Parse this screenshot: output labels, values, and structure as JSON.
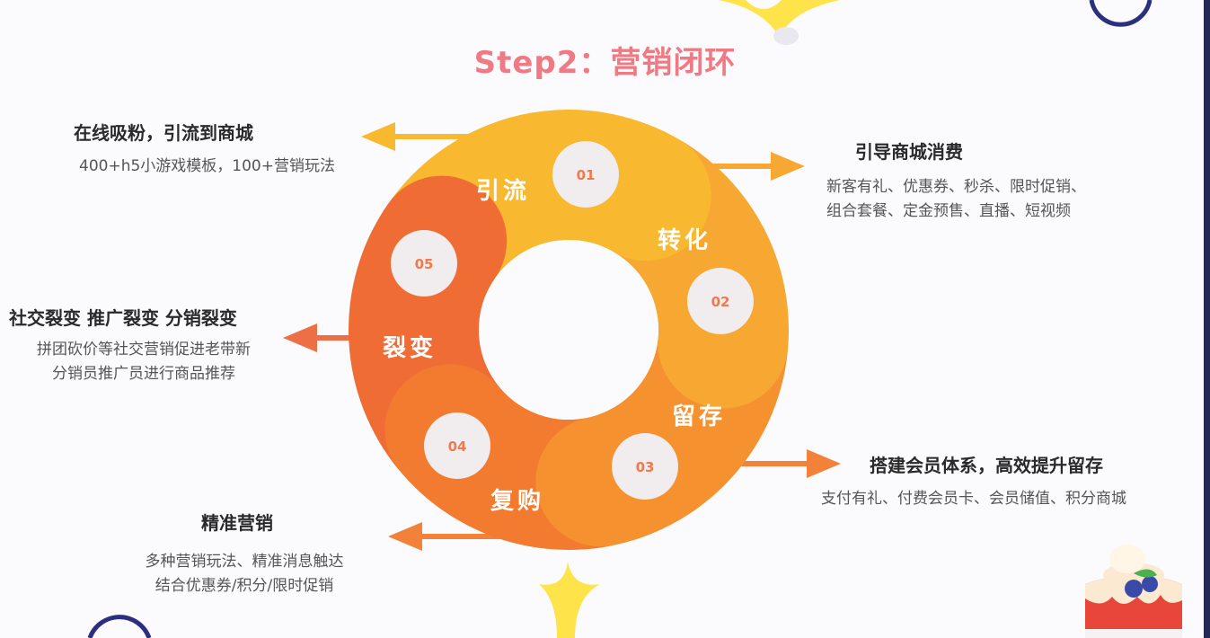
{
  "title": "Step2：营销闭环",
  "colors": {
    "title": "#f07a83",
    "segment_yinliu": "#f8b930",
    "segment_zhuanhua": "#f7a833",
    "segment_liucun": "#f5922f",
    "segment_fugou": "#f27b2f",
    "segment_liebian": "#ef6d35",
    "arrow_top": "#f8b930",
    "arrow_orange": "#f2813a",
    "arrow_red": "#ee6f45",
    "badge_fill": "#f1ecee",
    "badge_text": "#f07a50"
  },
  "steps": [
    {
      "num": "01",
      "label": "引流"
    },
    {
      "num": "02",
      "label": "转化"
    },
    {
      "num": "03",
      "label": "留存"
    },
    {
      "num": "04",
      "label": "复购"
    },
    {
      "num": "05",
      "label": "裂变"
    }
  ],
  "notes": {
    "yinliu": {
      "heading": "在线吸粉，引流到商城",
      "lines": [
        "400+h5小游戏模板，100+营销玩法"
      ]
    },
    "zhuanhua": {
      "heading": "引导商城消费",
      "lines": [
        "新客有礼、优惠券、秒杀、限时促销、",
        "组合套餐、定金预售、直播、短视频"
      ]
    },
    "liucun": {
      "heading": "搭建会员体系，高效提升留存",
      "lines": [
        "支付有礼、付费会员卡、会员储值、积分商城"
      ]
    },
    "fugou": {
      "heading": "精准营销",
      "lines": [
        "多种营销玩法、精准消息触达",
        "结合优惠券/积分/限时促销"
      ]
    },
    "liebian": {
      "heading": "社交裂变 推广裂变 分销裂变",
      "lines": [
        "拼团砍价等社交营销促进老带新",
        "分销员推广员进行商品推荐"
      ]
    }
  }
}
